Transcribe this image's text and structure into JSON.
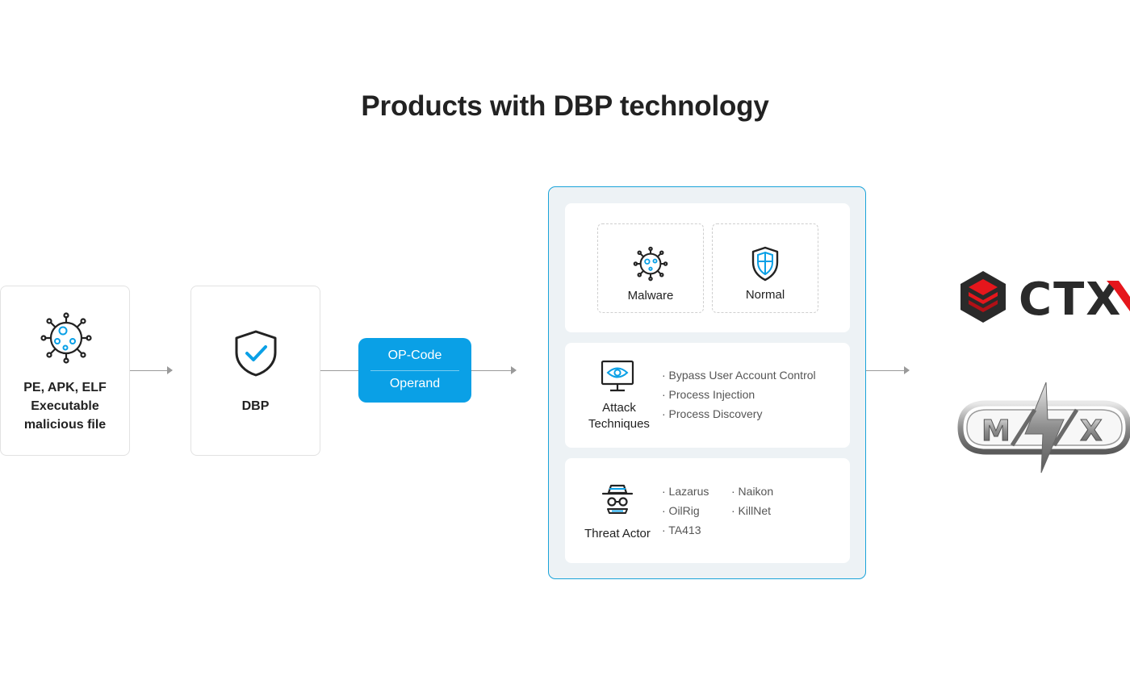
{
  "title": "Products with DBP technology",
  "input_card": {
    "line1": "PE, APK, ELF",
    "line2": "Executable",
    "line3": "malicious file",
    "icon": "virus-icon"
  },
  "dbp_card": {
    "label": "DBP",
    "icon": "shield-check-icon"
  },
  "pill": {
    "top": "OP-Code",
    "bottom": "Operand"
  },
  "result_panel": {
    "classification": {
      "malware_label": "Malware",
      "normal_label": "Normal"
    },
    "attack": {
      "label_line1": "Attack",
      "label_line2": "Techniques",
      "items": [
        "· Bypass User Account Control",
        "· Process Injection",
        "· Process Discovery"
      ]
    },
    "threat": {
      "label": "Threat Actor",
      "items": [
        "· Lazarus",
        "· Naikon",
        "· OilRig",
        "· KillNet",
        "· TA413"
      ]
    }
  },
  "products": {
    "ctx_text": "CTX",
    "max_text": "MAX",
    "ctx_icon": "ctx-logo-icon",
    "max_icon": "max-logo-icon"
  },
  "colors": {
    "accent": "#0aa0e6",
    "panel_border": "#1aa3d9",
    "ctx_red": "#e5161c",
    "panel_bg": "#edf2f5"
  }
}
